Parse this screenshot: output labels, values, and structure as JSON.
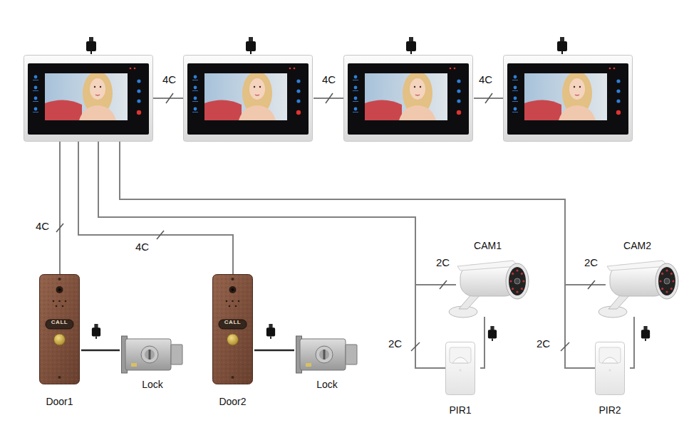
{
  "diagram": {
    "nodes": [
      {
        "text": [
          "CALL",
          "Door1"
        ]
      },
      {
        "text": [
          "Lock"
        ]
      },
      {
        "text": [
          "CALL",
          "Door2"
        ]
      },
      {
        "text": [
          "Lock"
        ]
      },
      {
        "text": [
          "CAM1"
        ]
      },
      {
        "text": [
          "PIR1"
        ]
      },
      {
        "text": [
          "CAM2"
        ]
      },
      {
        "text": [
          "PIR2"
        ]
      }
    ],
    "edges": [
      {
        "from": 0,
        "to": 1,
        "arrow": "none"
      },
      {
        "from": 2,
        "to": 3,
        "arrow": "none"
      },
      {
        "from": 4,
        "to": 5,
        "arrow": "none"
      },
      {
        "from": 6,
        "to": 7,
        "arrow": "none"
      }
    ],
    "labels": [
      "4C",
      "4C",
      "4C",
      "4C",
      "4C",
      "2C",
      "2C",
      "2C",
      "2C"
    ]
  }
}
